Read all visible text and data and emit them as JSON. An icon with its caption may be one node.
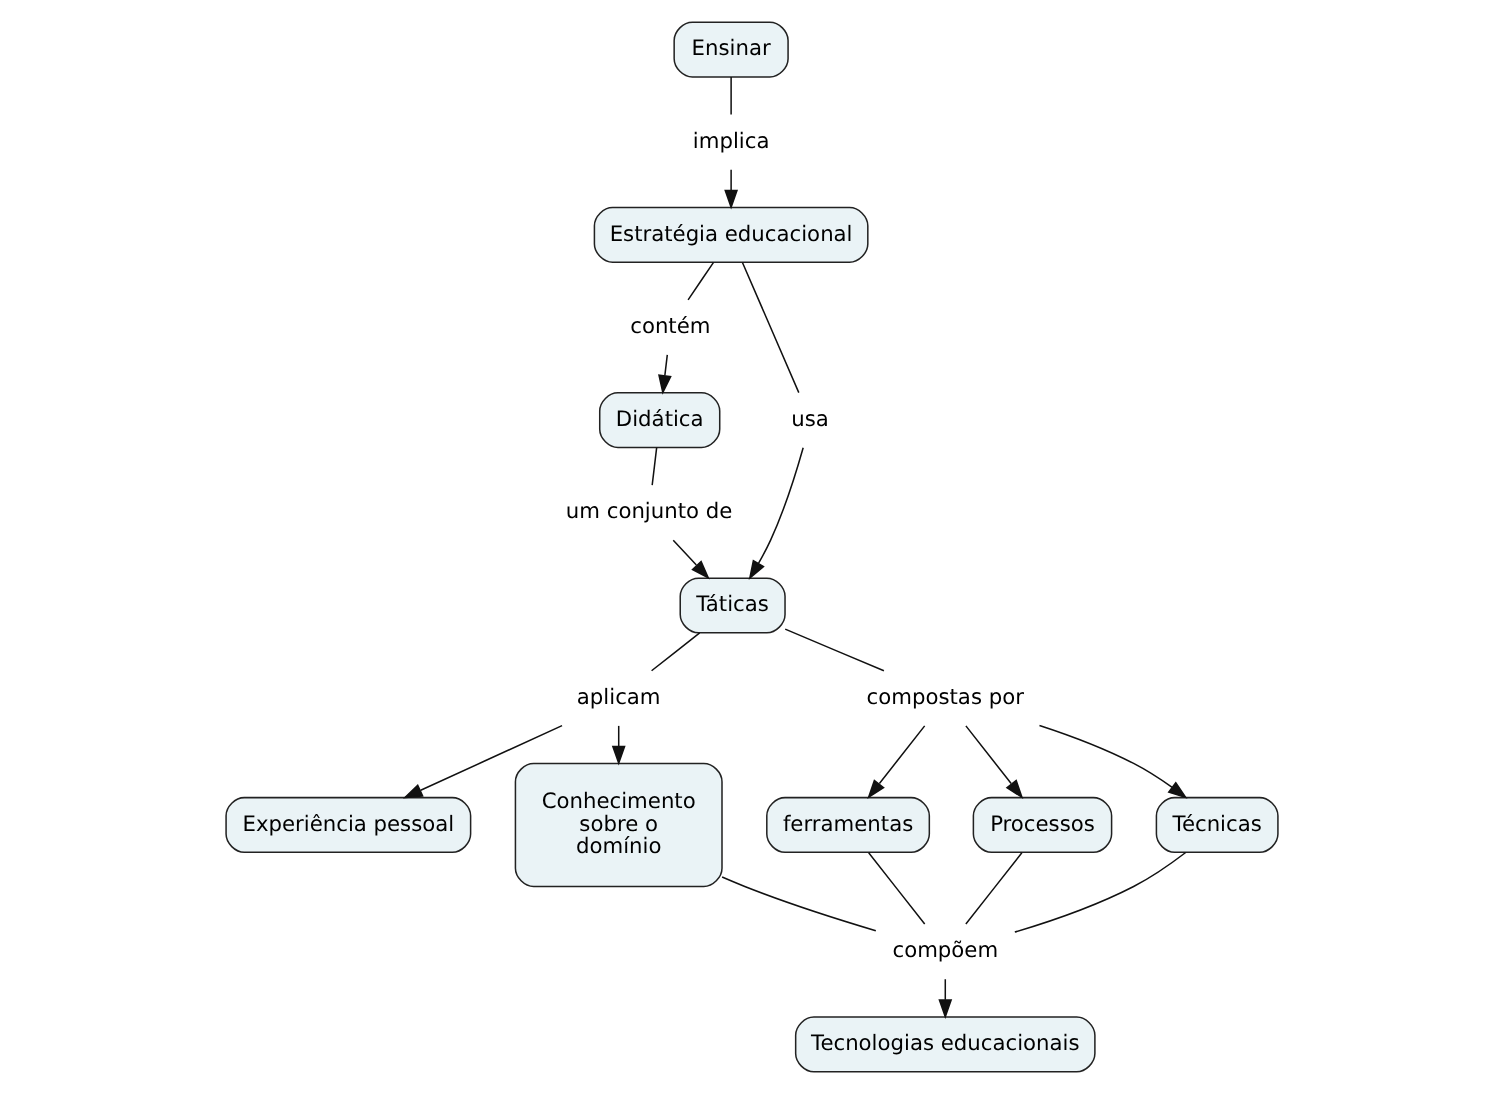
{
  "diagram": {
    "nodes": [
      {
        "text": [
          "Ensinar"
        ]
      },
      {
        "text": [
          "implica"
        ]
      },
      {
        "text": [
          "Estratégia educacional"
        ]
      },
      {
        "text": [
          "contém"
        ]
      },
      {
        "text": [
          "Didática"
        ]
      },
      {
        "text": [
          "usa"
        ]
      },
      {
        "text": [
          "um conjunto de"
        ]
      },
      {
        "text": [
          "Experiência pessoal"
        ]
      },
      {
        "text": [
          "aplicam"
        ]
      },
      {
        "text": [
          "Táticas"
        ]
      },
      {
        "text": [
          "compostas por"
        ]
      },
      {
        "text": [
          "ferramentas"
        ]
      },
      {
        "text": [
          "Conhecimento sobre o domínio"
        ]
      },
      {
        "text": [
          "Processos"
        ]
      },
      {
        "text": [
          "Técnicas"
        ]
      },
      {
        "text": [
          "compõem"
        ]
      },
      {
        "text": [
          "Tecnologias educacionais"
        ]
      }
    ],
    "edges": [
      {
        "from": 0,
        "to": 1,
        "arrow": "none"
      },
      {
        "from": 1,
        "to": 2,
        "arrow": "to"
      },
      {
        "from": 2,
        "to": 3,
        "arrow": "none"
      },
      {
        "from": 3,
        "to": 4,
        "arrow": "to"
      },
      {
        "from": 2,
        "to": 5,
        "arrow": "none"
      },
      {
        "from": 5,
        "to": 9,
        "arrow": "to"
      },
      {
        "from": 4,
        "to": 6,
        "arrow": "none"
      },
      {
        "from": 6,
        "to": 9,
        "arrow": "to"
      },
      {
        "from": 9,
        "to": 8,
        "arrow": "none"
      },
      {
        "from": 8,
        "to": 7,
        "arrow": "to"
      },
      {
        "from": 8,
        "to": 12,
        "arrow": "to"
      },
      {
        "from": 9,
        "to": 10,
        "arrow": "none"
      },
      {
        "from": 10,
        "to": 11,
        "arrow": "to"
      },
      {
        "from": 10,
        "to": 13,
        "arrow": "to"
      },
      {
        "from": 10,
        "to": 14,
        "arrow": "to"
      },
      {
        "from": 12,
        "to": 15,
        "arrow": "none"
      },
      {
        "from": 13,
        "to": 15,
        "arrow": "none"
      },
      {
        "from": 14,
        "to": 15,
        "arrow": "none"
      },
      {
        "from": 11,
        "to": 15,
        "arrow": "none"
      },
      {
        "from": 15,
        "to": 16,
        "arrow": "to"
      }
    ]
  }
}
